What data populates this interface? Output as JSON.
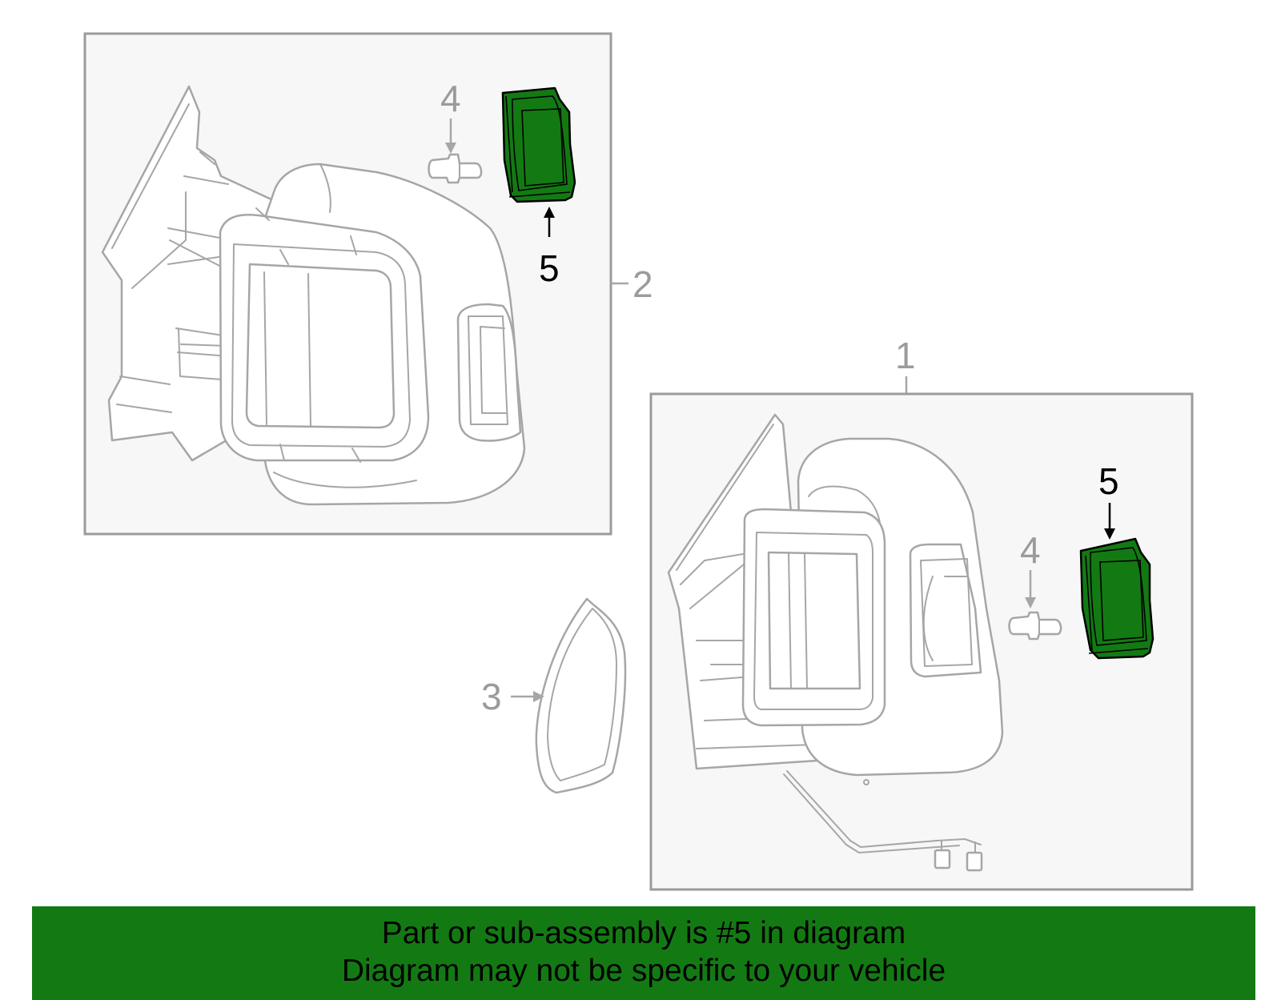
{
  "callouts": {
    "label_1": "1",
    "label_2": "2",
    "label_3": "3",
    "label_4_top": "4",
    "label_5_top": "5",
    "label_4_bottom": "4",
    "label_5_bottom": "5"
  },
  "highlight_color": "#137a13",
  "banner": {
    "line1": "Part or sub-assembly is #5 in diagram",
    "line2": "Diagram may not be specific to your vehicle"
  }
}
